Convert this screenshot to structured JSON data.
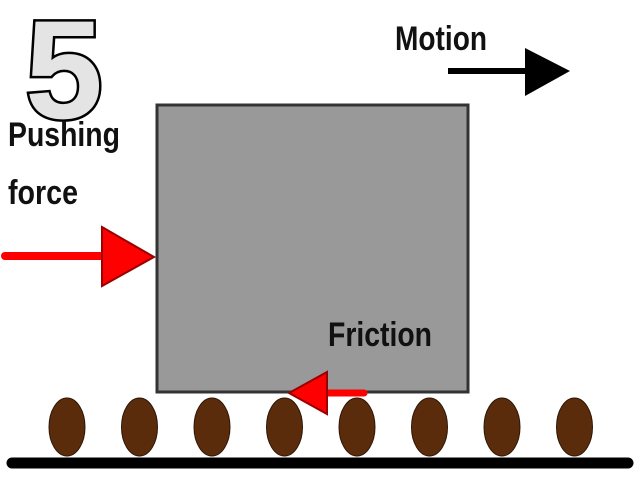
{
  "slide_number": "5",
  "labels": {
    "motion": "Motion",
    "pushing_line1": "Pushing",
    "pushing_line2": "force",
    "friction": "Friction"
  },
  "rollers": {
    "count": 8,
    "color": "#5b2c0c"
  },
  "colors": {
    "block": "#999999",
    "block_border": "#333333",
    "force_arrow": "#ff0000",
    "motion_arrow": "#000000",
    "ground": "#000000",
    "number_fill": "#e4e4e4",
    "number_stroke": "#000000"
  }
}
